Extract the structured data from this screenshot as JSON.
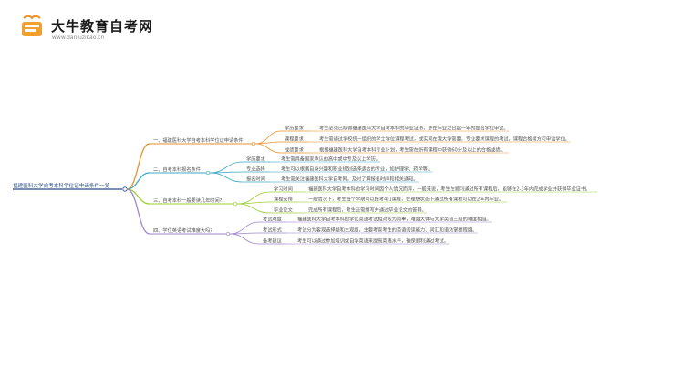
{
  "header": {
    "brand": "大牛教育自考网",
    "domain": "www.daniuzikao.cn"
  },
  "colors": {
    "root": "#2a4a8a",
    "branch1": "#e8912b",
    "branch2": "#3aa9c4",
    "branch3": "#9bcf35",
    "branch4": "#9e86cf"
  },
  "root": "福建医科大学自考本科学位证申请条件一览",
  "branches": [
    {
      "label": "一、福建医科大学自考本科学位证申请条件",
      "children": [
        {
          "label": "学历要求",
          "text": "考生必须已取得福建医科大学自考本科的毕业证书，并在毕业之日起一年内提出学位申请。"
        },
        {
          "label": "课程要求",
          "text": "考生需通过学校统一组织的学士学位课程考试，或实现在我大学需要，专业要求课程的考试，课程合格者方可申请学位。"
        },
        {
          "label": "成绩要求",
          "text": "根据福建医科大学自考本科专业计划，考生需在所有课程中获得60分及以上的合格成绩。"
        }
      ]
    },
    {
      "label": "二、自考本科报名条件",
      "children": [
        {
          "label": "学历要求",
          "text": "考生需具备国家承认的高中或中专及以上学历。"
        },
        {
          "label": "专业选择",
          "text": "考生可以根据自身兴趣和职业规划选择适合的专业，如护理学、药学等。"
        },
        {
          "label": "报名时间",
          "text": "考生需关注福建医科大学自考网，及时了解报名时间和相关通知。"
        }
      ]
    },
    {
      "label": "三、自考本科一般要读几年时间?",
      "children": [
        {
          "label": "学习时间",
          "text": "福建医科大学自考本科的学习时间因个人情况而异，一般来说，考生在顺利通过所有课程后，能够在2-3年内完成学业并获得毕业证书。"
        },
        {
          "label": "课程安排",
          "text": "一般情况下，考生每个学期可以报考4门课程，在理想状态下通过所有课程可以在2年内毕业。"
        },
        {
          "label": "毕业论文",
          "text": "完成所有课程后，考生还需撰写并通过毕业论文的答辩。"
        }
      ]
    },
    {
      "label": "四、学位英语考试难度大吗?",
      "children": [
        {
          "label": "考试难度",
          "text": "福建医科大学自考本科的学位英语考试相对较为简单，难度大体与大学英语三级的难度相当。"
        },
        {
          "label": "考试形式",
          "text": "考试分为客观选择题和主观题，主要考查考生的英语阅读能力、词汇和语法掌握程度。"
        },
        {
          "label": "备考建议",
          "text": "考生可以通过参加培训或自学英语来提高英语水平，确保顺利通过考试。"
        }
      ]
    }
  ]
}
